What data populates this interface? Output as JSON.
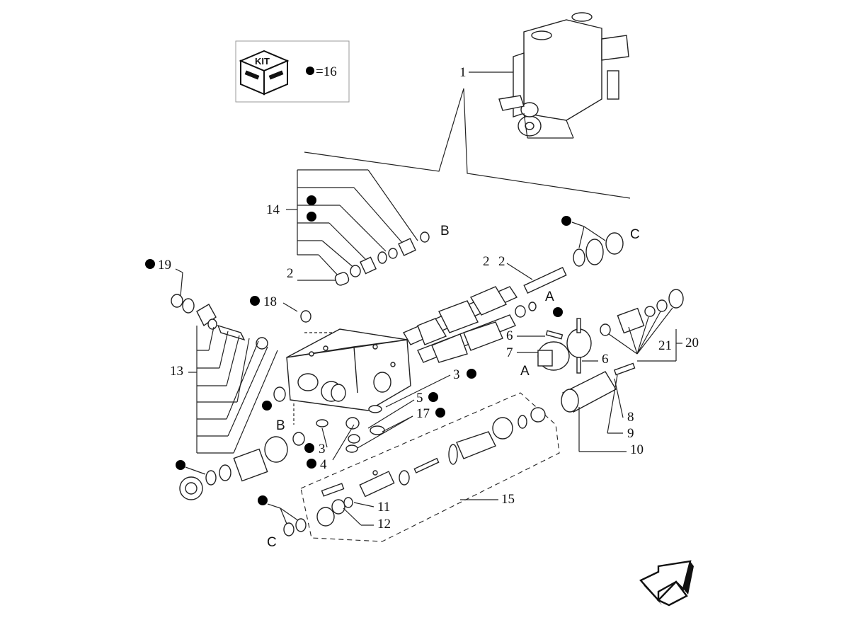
{
  "kit_legend": {
    "kit_label": "KIT",
    "equals_label": "=16"
  },
  "callouts": {
    "c1": "1",
    "c2a": "2",
    "c2b": "2",
    "c2c": "2",
    "c3a": "3",
    "c3b": "3",
    "c4": "4",
    "c5": "5",
    "c6a": "6",
    "c6b": "6",
    "c7": "7",
    "c8": "8",
    "c9": "9",
    "c10": "10",
    "c11": "11",
    "c12": "12",
    "c13": "13",
    "c14": "14",
    "c15": "15",
    "c17": "17",
    "c18": "18",
    "c19": "19",
    "c20": "20",
    "c21": "21"
  },
  "letters": {
    "b1": "B",
    "b2": "B",
    "c1": "C",
    "c2": "C",
    "a1": "A",
    "a2": "A"
  },
  "icons": {
    "kit": "kit-box-icon",
    "direction": "direction-arrow-icon",
    "bullet": "black-dot"
  }
}
